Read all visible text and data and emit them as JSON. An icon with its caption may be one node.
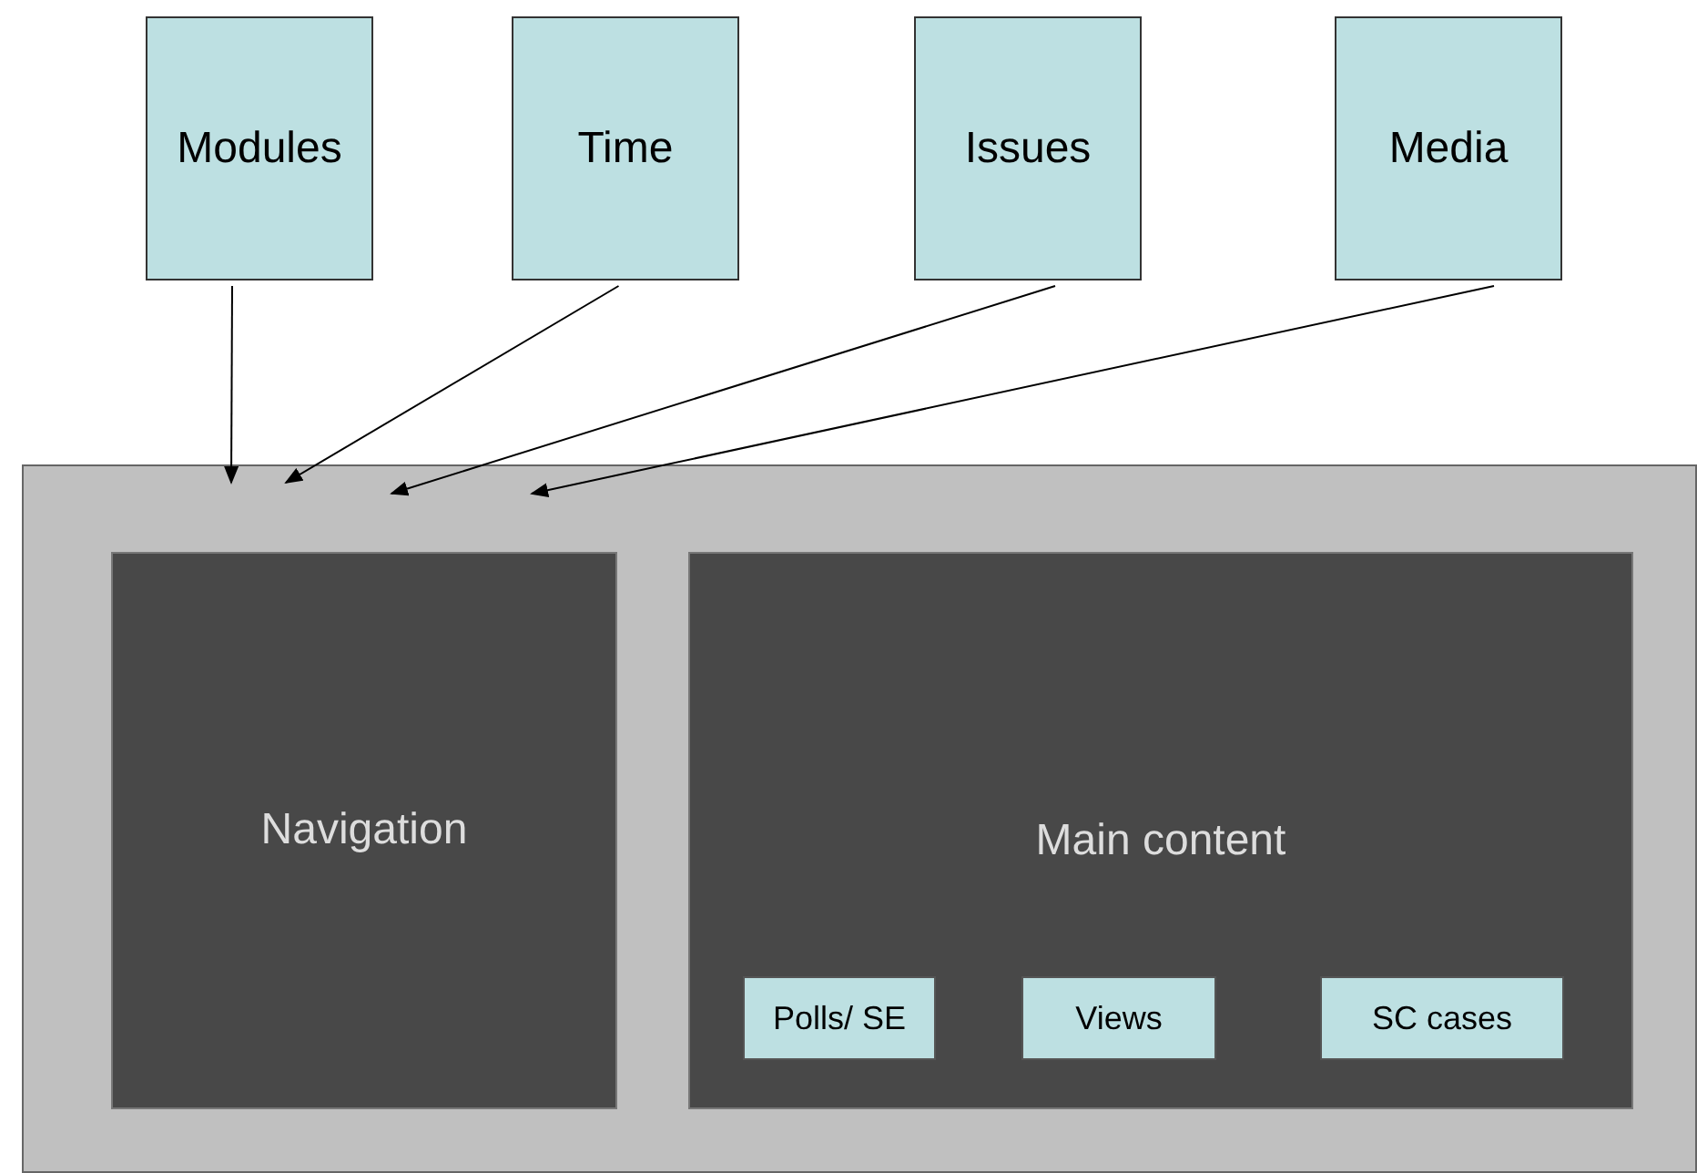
{
  "diagram": {
    "nodes": [
      {
        "text": [
          "Modules"
        ]
      },
      {
        "text": [
          "Time"
        ]
      },
      {
        "text": [
          "Issues"
        ]
      },
      {
        "text": [
          "Media"
        ]
      },
      {
        "text": [],
        "shape": "box"
      },
      {
        "text": [
          "Navigation"
        ],
        "in": 4
      },
      {
        "text": [
          "Main content"
        ],
        "in": 4
      },
      {
        "text": [
          "Polls/ SE"
        ],
        "in": 6
      },
      {
        "text": [
          "Views"
        ],
        "in": 6
      },
      {
        "text": [
          "SC cases"
        ],
        "in": 6
      }
    ],
    "edges": [
      {
        "from": 0,
        "to": 4,
        "arrow": "to"
      },
      {
        "from": 1,
        "to": 4,
        "arrow": "to"
      },
      {
        "from": 2,
        "to": 4,
        "arrow": "to"
      },
      {
        "from": 3,
        "to": 4,
        "arrow": "to"
      }
    ]
  }
}
